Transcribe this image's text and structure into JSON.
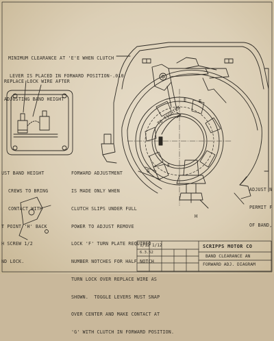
{
  "notes": {
    "clearance_line1": "MINIMUM CLEARANCE AT 'E'E WHEN CLUTCH",
    "clearance_line2": "LEVER IS PLACED IN FORWARD POSITION-.010",
    "lock_wire_line1": "REPLACE LOCK WIRE AFTER",
    "lock_wire_line2": "ADJUSTING BAND HEIGHT",
    "band_height_line1": "UST BAND HEIGHT",
    "band_height_line2": "CREWS TO BRING",
    "band_height_line3": "CONTACT WITH",
    "band_height_line4": "T POINT 'H' BACK",
    "band_height_line5": "H SCREW 1/2",
    "band_height_line6": "ND LOCK.",
    "forward_line1": "FORWARD ADJUSTMENT",
    "forward_line2": "IS MADE ONLY WHEN",
    "forward_line3": "CLUTCH SLIPS UNDER FULL",
    "forward_line4": "POWER TO ADJUST REMOVE",
    "forward_line5": "LOCK 'F' TURN PLATE REQUIRED",
    "forward_line6": "NUMBER NOTCHES FOR HALF NOTCH",
    "forward_line7": "TURN LOCK OVER REPLACE WIRE AS",
    "forward_line8": "SHOWN.  TOGGLE LEVERS MUST SNAP",
    "forward_line9": "OVER CENTER AND MAKE CONTACT AT",
    "forward_line10": "'G' WITH CLUTCH IN FORWARD POSITION.",
    "adjust_line1": "ADJUST N",
    "adjust_line2": "PERMIT F",
    "adjust_line3": "OF BAND,"
  },
  "labels": {
    "to_tighten": "TO TIGHTEN",
    "e_left": "E",
    "e_right": "E",
    "f": "F",
    "g": "G",
    "h": "H"
  },
  "title_block": {
    "company": "SCRIPPS MOTOR CO",
    "title_line1": "BAND CLEARANCE AN",
    "title_line2": "FORWARD ADJ. DIAGRAM",
    "number_1": "1/12",
    "number_2": "1/12",
    "date": "6.3.52"
  }
}
